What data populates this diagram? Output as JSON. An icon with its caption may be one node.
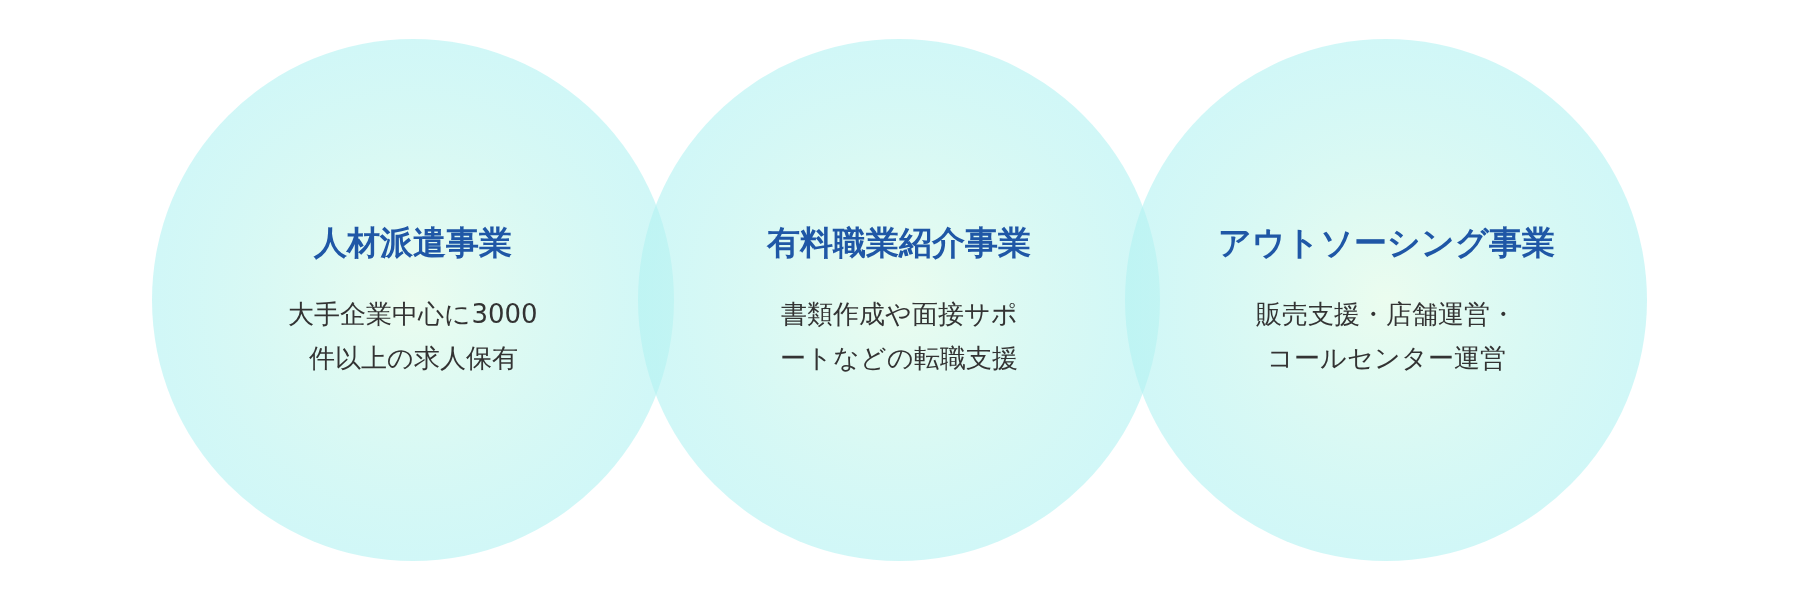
{
  "diagram": {
    "nodes": [
      {
        "text": [
          "人材派遣事業",
          "大手企業中心に3000件以上の求人保有"
        ]
      },
      {
        "text": [
          "有料職業紹介事業",
          "書類作成や面接サポートなどの転職支援"
        ]
      },
      {
        "text": [
          "アウトソーシング事業",
          "販売支援・店舗運営・コールセンター運営"
        ]
      }
    ]
  }
}
